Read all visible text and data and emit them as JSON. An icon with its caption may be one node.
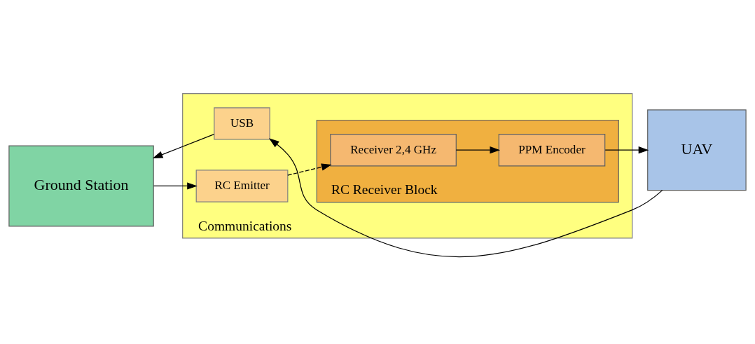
{
  "diagram": {
    "nodes": [
      {
        "text": [
          "Communications"
        ]
      },
      {
        "text": [
          "USB"
        ],
        "in": 0
      },
      {
        "text": [
          "RC Emitter"
        ],
        "in": 0
      },
      {
        "text": [
          "RC Receiver Block"
        ],
        "in": 0
      },
      {
        "text": [
          "Receiver 2,4 GHz"
        ],
        "in": 3
      },
      {
        "text": [
          "PPM Encoder"
        ],
        "in": 3
      },
      {
        "text": [
          "Ground Station"
        ]
      },
      {
        "text": [
          "UAV"
        ]
      }
    ],
    "edges": [
      {
        "from": 7,
        "to": 1,
        "arrow": "to"
      },
      {
        "from": 1,
        "to": 6,
        "arrow": "to"
      },
      {
        "from": 6,
        "to": 2,
        "arrow": "to"
      },
      {
        "from": 2,
        "to": 4,
        "arrow": "to",
        "style": "dashed"
      },
      {
        "from": 4,
        "to": 5,
        "arrow": "to"
      },
      {
        "from": 5,
        "to": 7,
        "arrow": "to"
      }
    ]
  }
}
